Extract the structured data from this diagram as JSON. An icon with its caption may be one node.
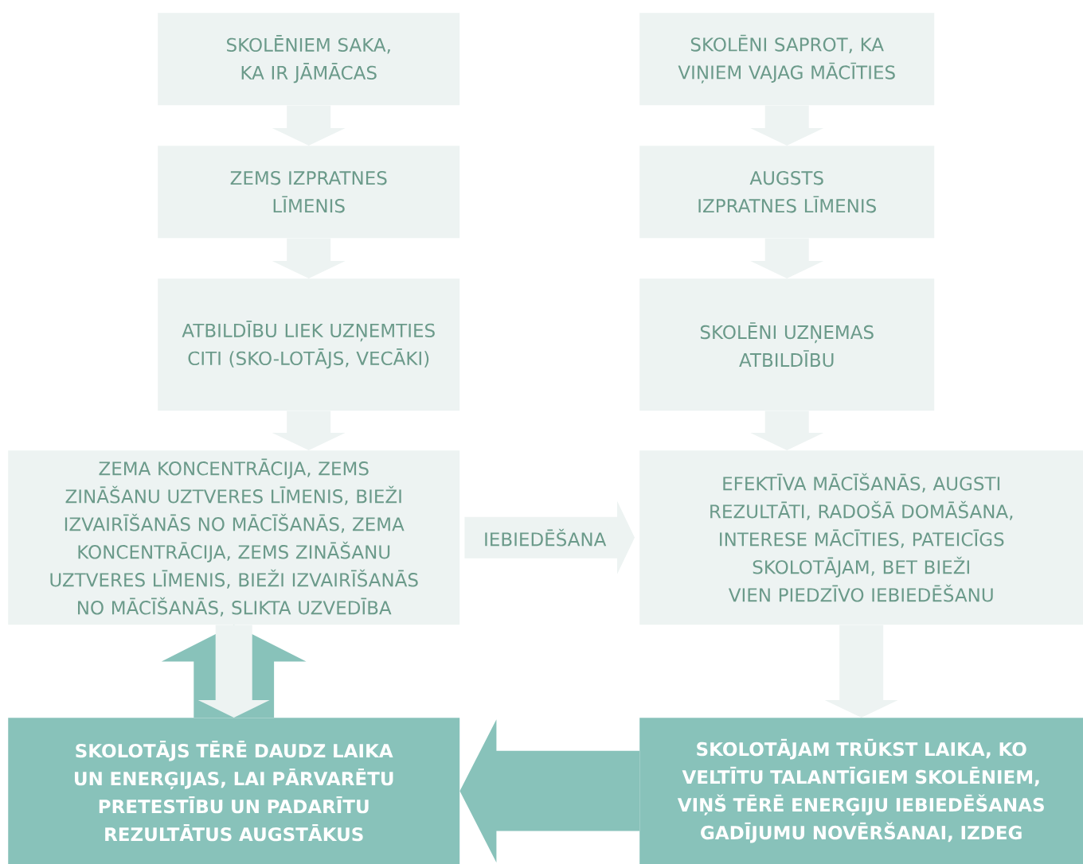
{
  "diagram": {
    "nodes": [
      {
        "text": [
          "SKOLĒNIEM SAKA, KA IR JĀMĀCAS"
        ]
      },
      {
        "text": [
          "ZEMS IZPRATNES LĪMENIS"
        ]
      },
      {
        "text": [
          "ATBILDĪBU LIEK UZŅEMTIES CITI (SKO-LOTĀJS, VECĀKI)"
        ]
      },
      {
        "text": [
          "ZEMA KONCENTRĀCIJA, ZEMS ZINĀŠANU UZTVERES LĪMENIS, BIEŽI IZVAIRĪŠANĀS NO MĀCĪŠANĀS, ZEMA KONCENTRĀCIJA, ZEMS ZINĀŠANU UZTVERES LĪMENIS, BIEŽI IZVAIRĪŠANĀS NO MĀCĪŠANĀS, SLIKTA UZVEDĪBA"
        ]
      },
      {
        "text": [
          "SKOLĒNI SAPROT, KA VIŅIEM VAJAG MĀCĪTIES"
        ]
      },
      {
        "text": [
          "AUGSTS IZPRATNES LĪMENIS"
        ]
      },
      {
        "text": [
          "SKOLĒNI UZŅEMAS ATBILDĪBU"
        ]
      },
      {
        "text": [
          "EFEKTĪVA MĀCĪŠANĀS, AUGSTI REZULTĀTI, RADOŠĀ DOMĀŠANA, INTERESE MĀCĪTIES, PATEICĪGS SKOLOTĀJAM, BET BIEŽI VIEN PIEDZĪVO IEBIEDĒŠANU"
        ]
      },
      {
        "text": [
          "SKOLOTĀJS TĒRĒ DAUDZ LAIKA UN ENERĢIJAS, LAI PĀRVARĒTU PRETESTĪBU UN PADARĪTU REZULTĀTUS AUGSTĀKUS"
        ]
      },
      {
        "text": [
          "SKOLOTĀJAM TRŪKST LAIKA, KO VELTĪTU TALANTĪGIEM SKOLĒNIEM, VIŅŠ TĒRĒ ENERĢIJU IEBIEDĒŠANAS GADĪJUMU NOVĒRŠANAI, IZDEG"
        ]
      }
    ],
    "edges": [
      {
        "from": 0,
        "to": 1,
        "arrow": "to"
      },
      {
        "from": 1,
        "to": 2,
        "arrow": "to"
      },
      {
        "from": 2,
        "to": 3,
        "arrow": "to"
      },
      {
        "from": 4,
        "to": 5,
        "arrow": "to"
      },
      {
        "from": 5,
        "to": 6,
        "arrow": "to"
      },
      {
        "from": 6,
        "to": 7,
        "arrow": "to"
      },
      {
        "from": 3,
        "to": 7,
        "arrow": "to",
        "label": "IEBIEDĒŠANA"
      },
      {
        "from": 3,
        "to": 8,
        "arrow": "to"
      },
      {
        "from": 7,
        "to": 9,
        "arrow": "to"
      },
      {
        "from": 9,
        "to": 8,
        "arrow": "to",
        "style": "thick",
        "color": "#88c2ba"
      },
      {
        "from": 8,
        "to": 3,
        "arrow": "to",
        "style": "thick",
        "color": "#88c2ba"
      }
    ]
  }
}
